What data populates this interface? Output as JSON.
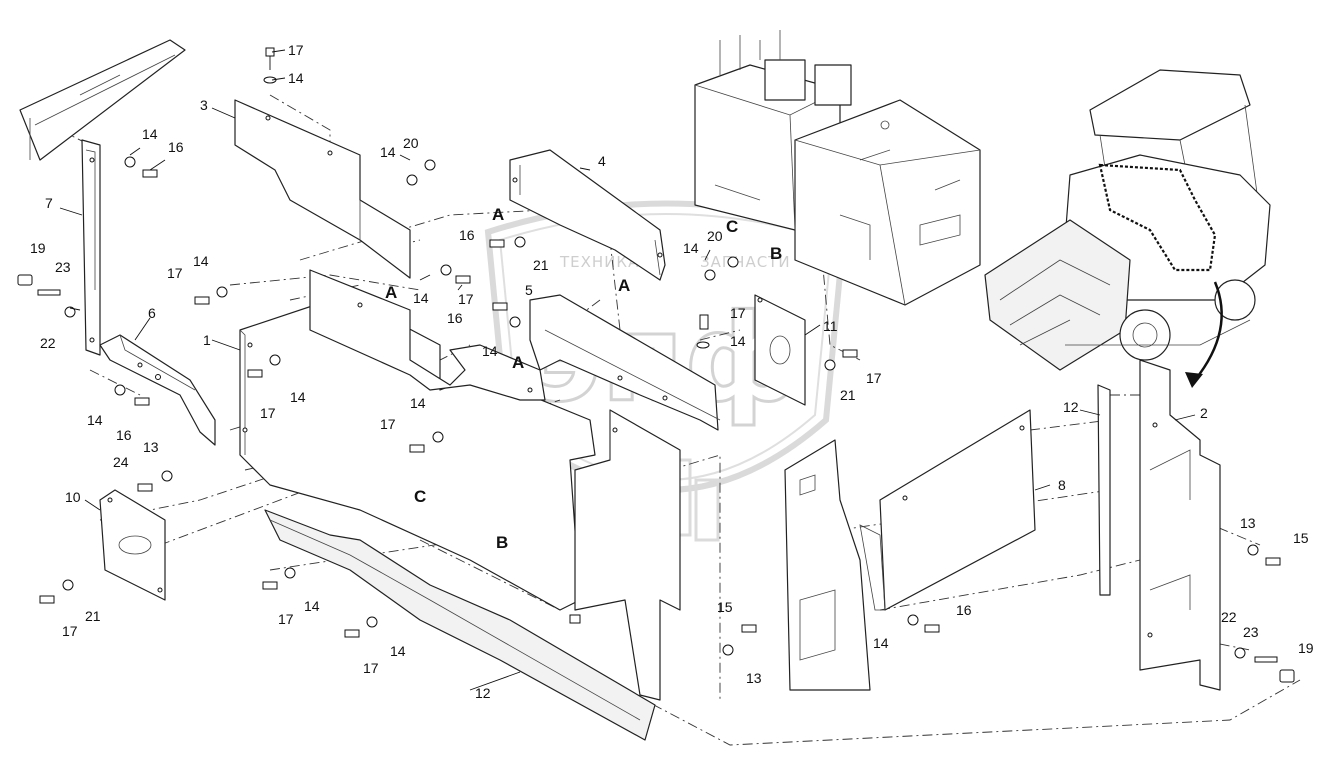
{
  "callouts": {
    "c1": "1",
    "c2": "2",
    "c3": "3",
    "c4": "4",
    "c5": "5",
    "c6": "6",
    "c7": "7",
    "c8": "8",
    "c10": "10",
    "c11": "11",
    "c12": "12",
    "c13": "13",
    "c14": "14",
    "c15": "15",
    "c16": "16",
    "c17": "17",
    "c19": "19",
    "c20": "20",
    "c21": "21",
    "c22": "22",
    "c23": "23",
    "c24": "24"
  },
  "reference_letters": {
    "a": "A",
    "b": "B",
    "c": "C"
  },
  "watermark": {
    "line1": "ТЕХНИКА",
    "line2": "ЗАПЧАСТИ",
    "logo": "эпф"
  }
}
